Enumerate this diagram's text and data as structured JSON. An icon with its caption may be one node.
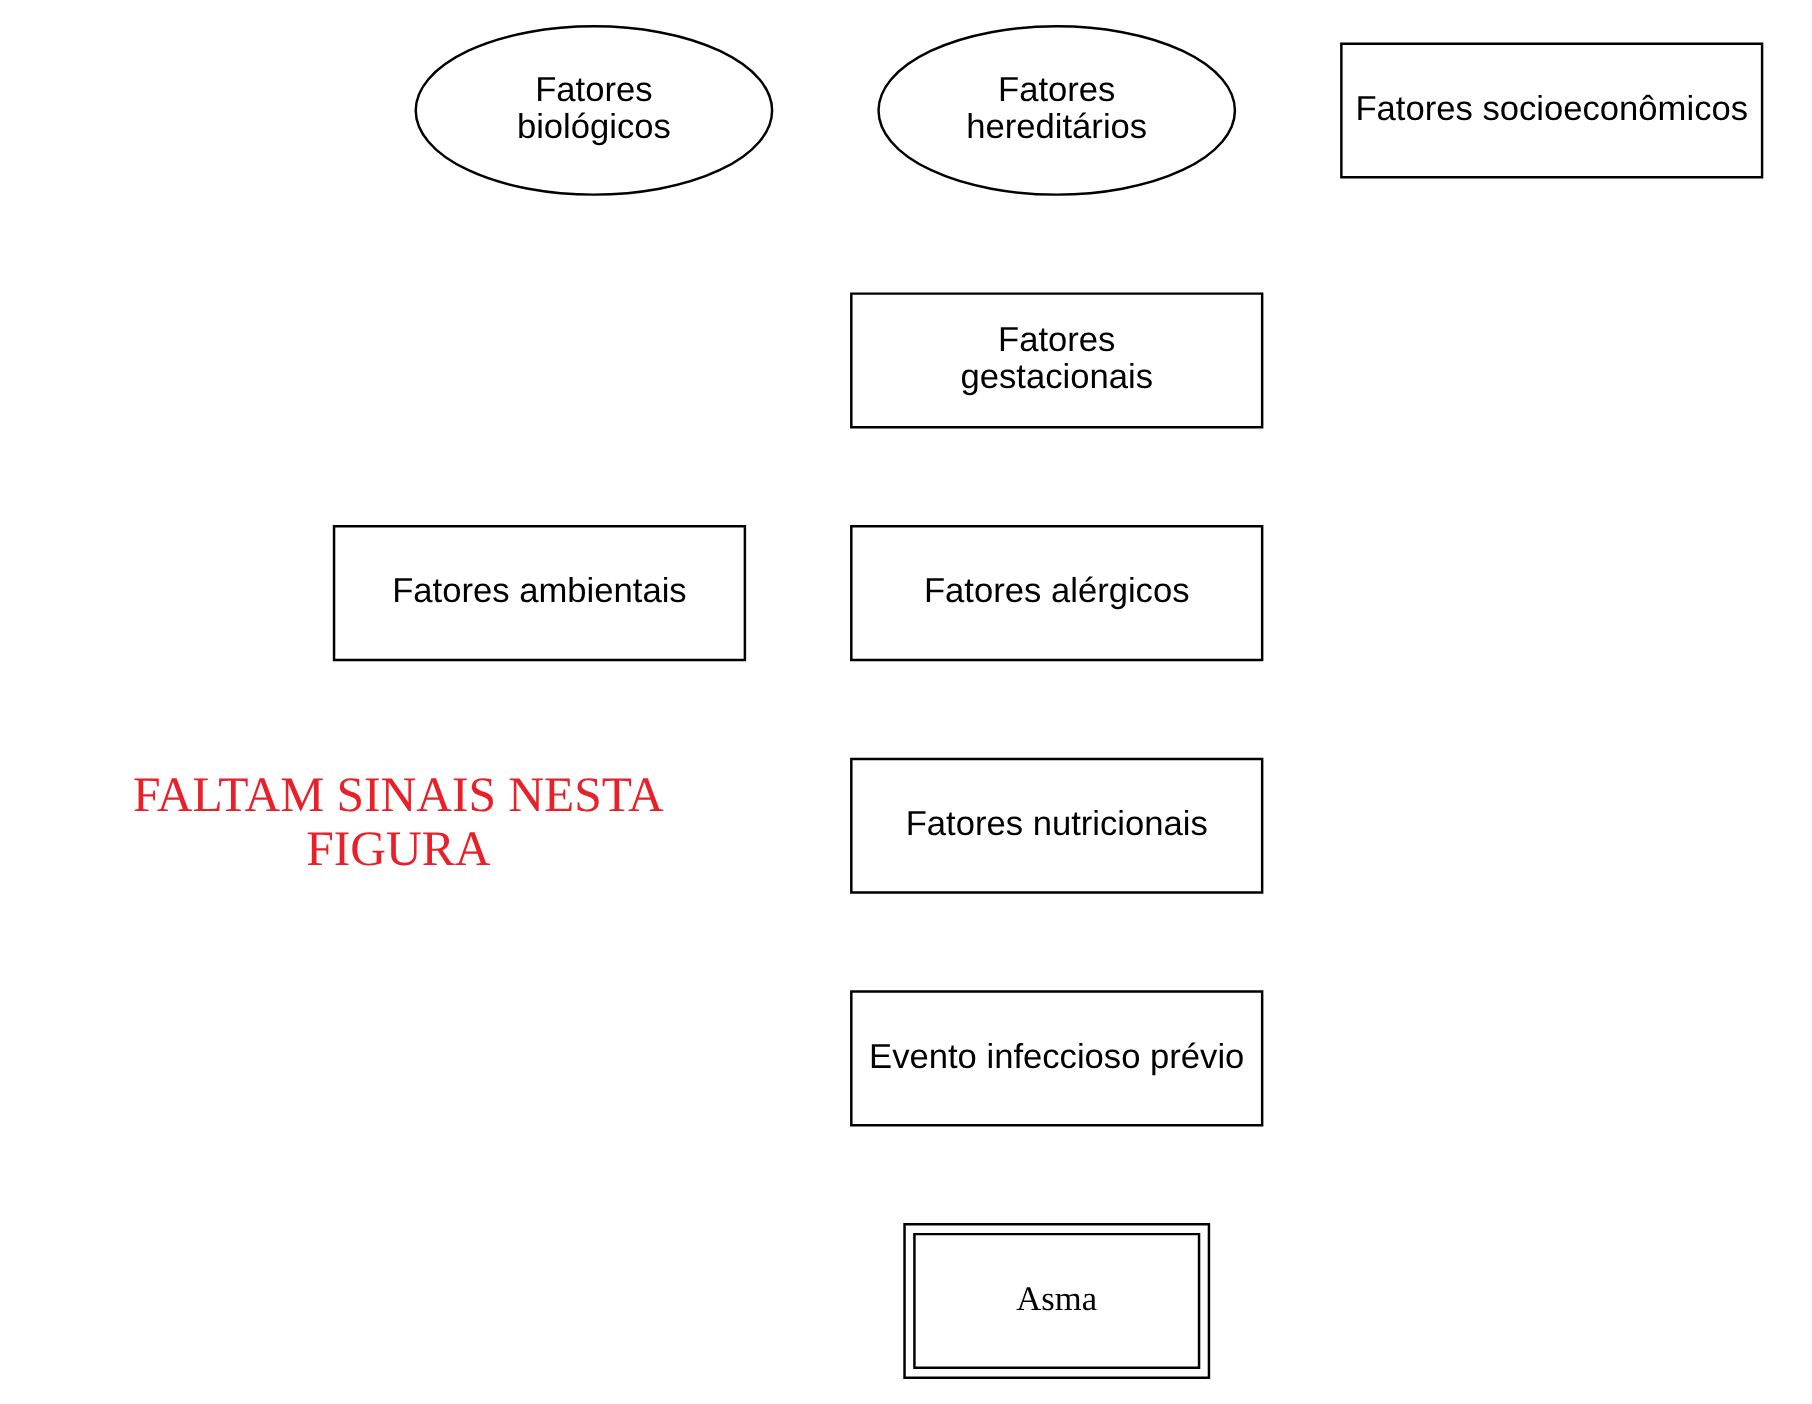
{
  "diagram": {
    "nodes": [
      {
        "text": [
          "Fatores biológicos"
        ]
      },
      {
        "text": [
          "Fatores hereditários"
        ]
      },
      {
        "text": [
          "Fatores socioeconômicos"
        ]
      },
      {
        "text": [
          "Fatores gestacionais"
        ]
      },
      {
        "text": [
          "Fatores ambientais"
        ]
      },
      {
        "text": [
          "Fatores alérgicos"
        ]
      },
      {
        "text": [
          "Fatores nutricionais"
        ]
      },
      {
        "text": [
          "Evento infeccioso prévio"
        ]
      },
      {
        "text": [
          "Asma"
        ]
      }
    ],
    "edges": [],
    "labels": [
      "FALTAM SINAIS NESTA FIGURA"
    ]
  }
}
